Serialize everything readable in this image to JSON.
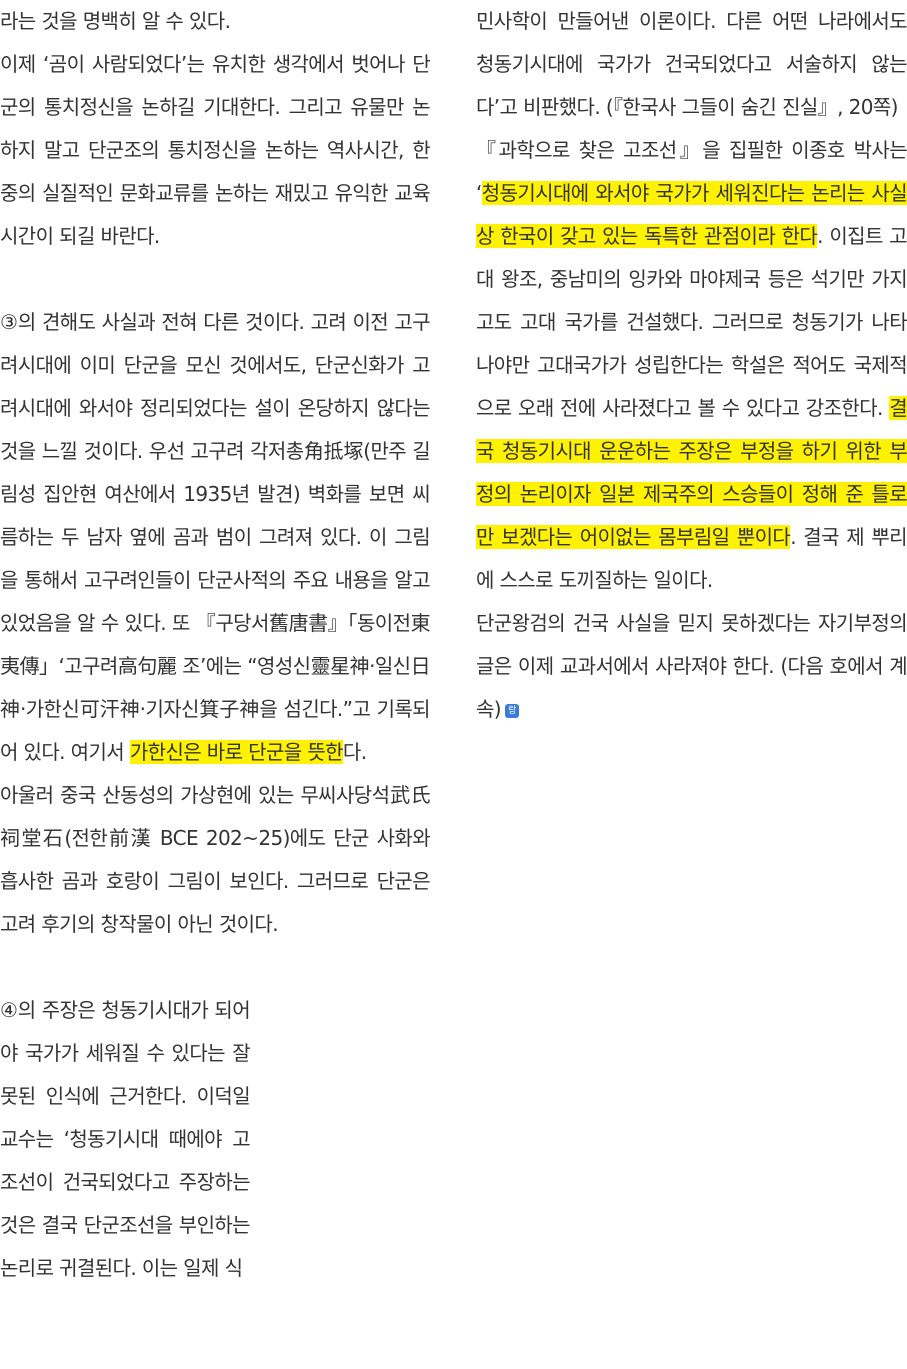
{
  "left_column": {
    "p1": "라는 것을 명백히 알 수 있다.",
    "p2": "이제 ‘곰이 사람되었다’는 유치한 생각에서 벗어나 단군의 통치정신을 논하길 기대한다. 그리고 유물만 논하지 말고 단군조의 통치정신을 논하는 역사시간, 한중의 실질적인 문화교류를 논하는 재밌고 유익한 교육시간이 되길 바란다.",
    "p3_text": "③의 견해도 사실과 전혀 다른 것이다. 고려 이전 고구려시대에 이미 단군을 모신 것에서도, 단군신화가 고려시대에 와서야 정리되었다는 설이 온당하지 않다는 것을 느낄 것이다. 우선 고구려 각저총角抵塚(만주 길림성 집안현 여산에서 1935년 발견) 벽화를 보면 씨름하는 두 남자 옆에 곰과 범이 그려져 있다. 이 그림을 통해서 고구려인들이 단군사적의 주요 내용을 알고 있었음을 알 수 있다. 또 『구당서舊唐書』「동이전東夷傳」‘고구려高句麗 조’에는 “영성신靈星神·일신日神·가한신可汗神·기자신箕子神을 섬긴다.”고 기록되어 있다. 여기서 ",
    "p3_highlight": "가한신은 바로 단군을 뜻한",
    "p3_tail": "다.",
    "p4": "아울러 중국 산동성의 가상현에 있는 무씨사당석武氏祠堂石(전한前漢 BCE 202~25)에도 단군 사화와 흡사한 곰과 호랑이 그림이 보인다. 그러므로 단군은 고려 후기의 창작물이 아닌 것이다.",
    "p5": "④의 주장은 청동기시대가 되어야 국가가 세워질 수 있다는 잘못된 인식에 근거한다. 이덕일 교수는 ‘청동기시대 때에야 고조선이 건국되었다고 주장하는 것은 결국 단군조선을 부인하는 논리로 귀결된다. 이는 일제 식"
  },
  "right_column": {
    "p1": "민사학이 만들어낸 이론이다. 다른 어떤 나라에서도 청동기시대에 국가가 건국되었다고 서술하지 않는다’고 비판했다. (『한국사 그들이 숨긴 진실』, 20쪽)",
    "p2_a": "『과학으로 찾은 고조선』을 집필한 이종호 박사는 ‘",
    "p2_hl1": "청동기시대에 와서야 국가가 세워진다는 논리는 사실상 한국이 갖고 있는 독특한 관점이라 한다",
    "p2_b": ". 이집트 고대 왕조, 중남미의 잉카와 마야제국 등은 석기만 가지고도 고대 국가를 건설했다. 그러므로 청동기가 나타나야만 고대국가가 성립한다는 학설은 적어도 국제적으로 오래 전에 사라졌다고 볼 수 있다고 강조한다. ",
    "p2_hl2": "결국 청동기시대 운운하는 주장은 부정을 하기 위한 부정의 논리이자 일본 제국주의 스승들이 정해 준 틀로만 보겠다는 어이없는 몸부림일 뿐이다",
    "p2_c": ". 결국 제 뿌리에 스스로 도끼질하는 일이다.",
    "p3": "단군왕검의 건국 사실을 믿지 못하겠다는 자기부정의 글은 이제 교과서에서 사라져야 한다. (다음 호에서 계속)",
    "end_badge": "랑"
  },
  "colors": {
    "highlight": "#fff200",
    "text": "#333333",
    "badge": "#3a7bd5"
  }
}
